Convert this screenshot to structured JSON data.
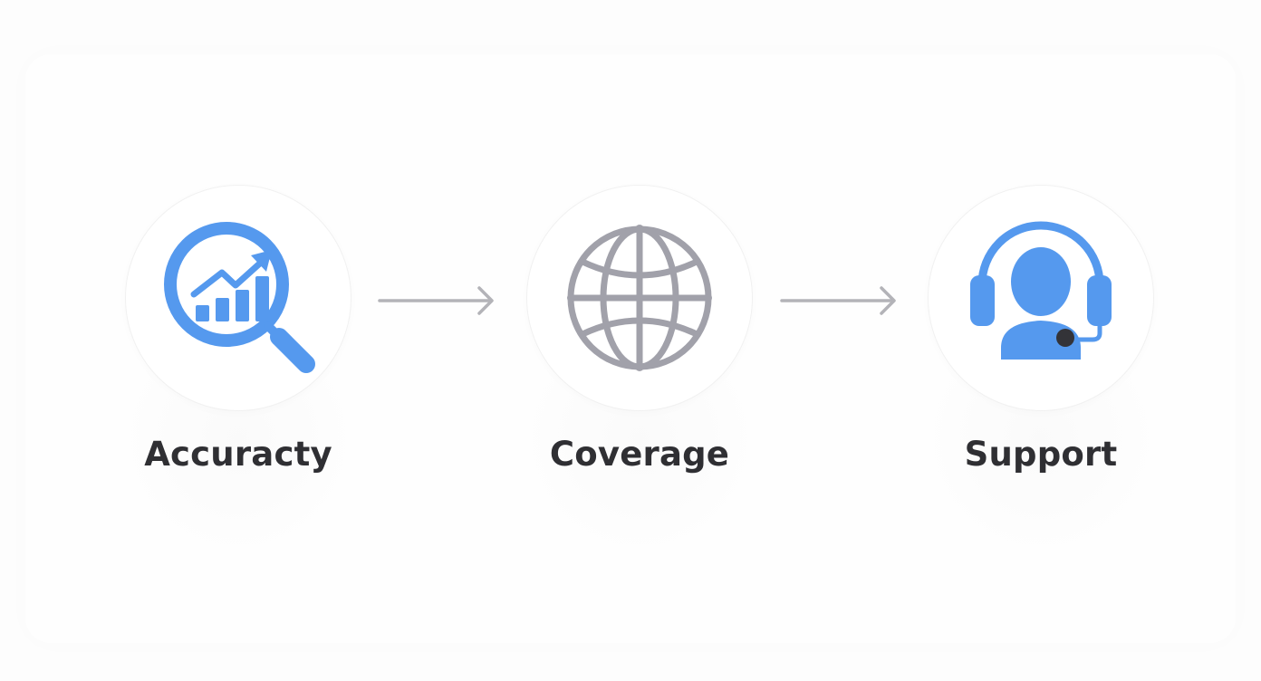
{
  "diagram": {
    "type": "process-flow",
    "steps": [
      {
        "label": "Accuracty",
        "icon": "magnifier-chart-icon",
        "icon_color": "#5599ee"
      },
      {
        "label": "Coverage",
        "icon": "globe-icon",
        "icon_color": "#a1a1aa"
      },
      {
        "label": "Support",
        "icon": "headset-agent-icon",
        "icon_color": "#5599ee"
      }
    ],
    "connectors": [
      {
        "from": "Accuracty",
        "to": "Coverage",
        "icon": "arrow-right-icon",
        "color": "#b0b0b6"
      },
      {
        "from": "Coverage",
        "to": "Support",
        "icon": "arrow-right-icon",
        "color": "#b0b0b6"
      }
    ]
  },
  "colors": {
    "background": "#fdfdfd",
    "accent_blue": "#5599ee",
    "neutral_gray": "#a1a1aa",
    "label_text": "#2f2f33",
    "mic_tip": "#333333"
  }
}
